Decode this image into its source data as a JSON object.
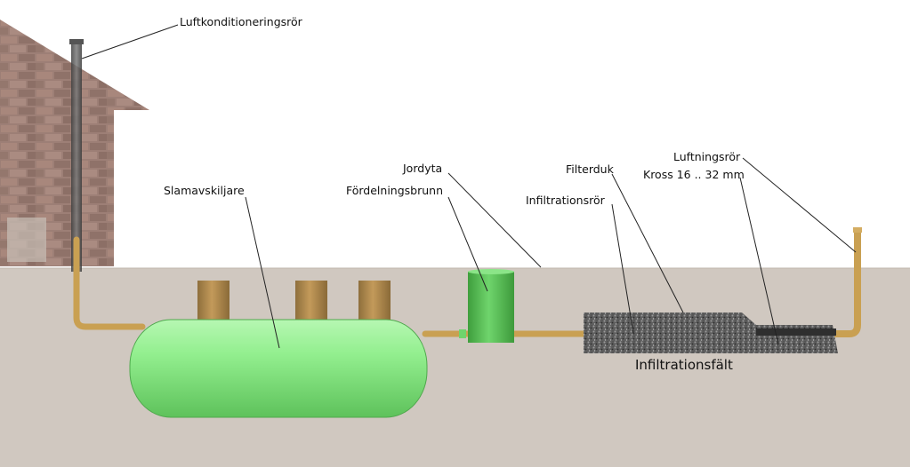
{
  "labels": {
    "air_pipe": "Luftkonditioneringsrör",
    "sludge_separator": "Slamavskiljare",
    "ground_surface": "Jordyta",
    "distribution_well": "Fördelningsbrunn",
    "filter_cloth": "Filterduk",
    "infiltration_pipe": "Infiltrationsrör",
    "vent_pipe": "Luftningsrör",
    "gravel": "Kross 16 .. 32 mm",
    "infiltration_field": "Infiltrationsfält"
  },
  "colors": {
    "ground": "#d0c8c0",
    "pipe": "#c9a052",
    "tank": "#8ef08c",
    "well": "#5cc45a",
    "brick": "#9b7b72",
    "gravel": "#6a6a6a"
  }
}
